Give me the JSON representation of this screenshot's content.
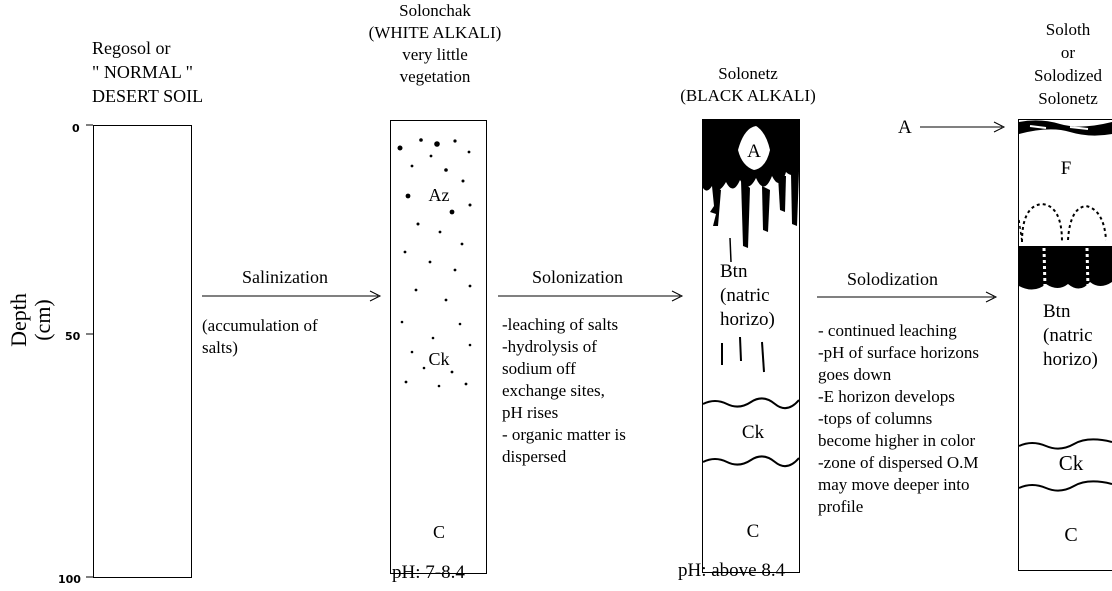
{
  "axis": {
    "label": "Depth\n(cm)",
    "ticks": [
      {
        "value": "0"
      },
      {
        "value": "50"
      },
      {
        "value": "100"
      }
    ]
  },
  "profiles": [
    {
      "name": "regosol",
      "title": "Regosol or\n\" NORMAL \"\nDESERT SOIL",
      "horizons": []
    },
    {
      "name": "solonchak",
      "title": "Solonchak\n(WHITE ALKALI)\nvery little\nvegetation",
      "horizons": [
        "Az",
        "Ck",
        "C"
      ],
      "ph": "pH: 7-8.4"
    },
    {
      "name": "solonetz",
      "title": "Solonetz\n(BLACK ALKALI)",
      "horizons": [
        "A",
        "Btn\n(natric\nhorizo)",
        "Ck",
        "C"
      ],
      "ph": "pH: above 8.4"
    },
    {
      "name": "soloth",
      "title": "Soloth\nor\nSolodized\nSolonetz",
      "horizons": [
        "F",
        "Btn\n(natric\nhorizo)",
        "Ck",
        "C"
      ],
      "a_pointer": "A"
    }
  ],
  "processes": [
    {
      "name": "Salinization",
      "notes": "(accumulation of\nsalts)"
    },
    {
      "name": "Solonization",
      "notes": "-leaching of salts\n-hydrolysis of\nsodium off\nexchange sites,\npH rises\n- organic matter is\ndispersed"
    },
    {
      "name": "Solodization",
      "notes": "- continued leaching\n-pH of surface horizons\ngoes down\n-E horizon develops\n-tops of columns\nbecome higher in color\n-zone of dispersed O.M\nmay move deeper into\nprofile"
    }
  ]
}
